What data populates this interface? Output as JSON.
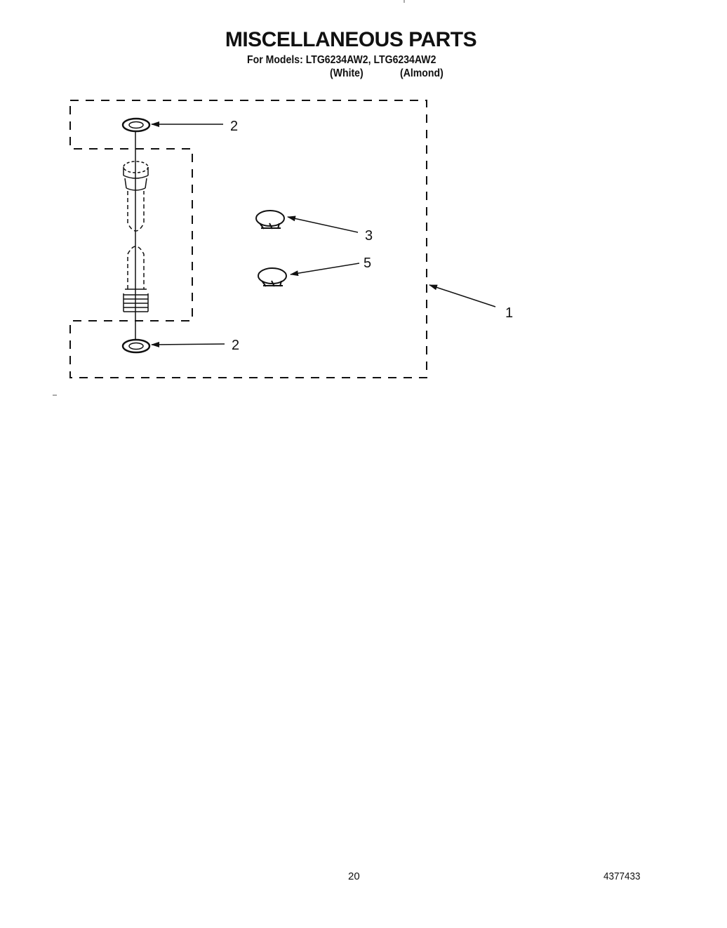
{
  "header": {
    "title": "MISCELLANEOUS PARTS",
    "models": "For Models: LTG6234AW2, LTG6234AW2",
    "color_1": "(White)",
    "color_2": "(Almond)"
  },
  "diagram": {
    "callouts": [
      {
        "id": "washer-top",
        "label": "2"
      },
      {
        "id": "clamp-upper",
        "label": "3"
      },
      {
        "id": "clamp-lower",
        "label": "5"
      },
      {
        "id": "kit",
        "label": "1"
      },
      {
        "id": "washer-bottom",
        "label": "2"
      }
    ]
  },
  "footer": {
    "page_number": "20",
    "document_number": "4377433"
  }
}
